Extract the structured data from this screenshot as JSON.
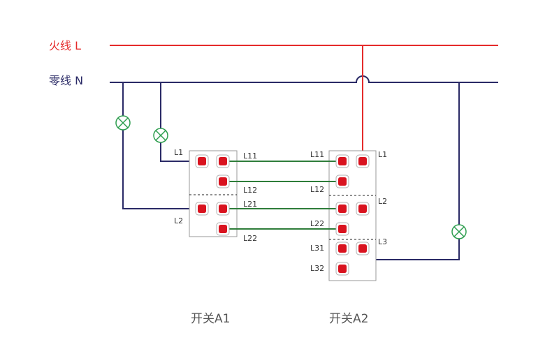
{
  "lines": {
    "live": {
      "label": "火线 L",
      "color": "#e52b2b"
    },
    "neutral": {
      "label": "零线 N",
      "color": "#2a2a66"
    }
  },
  "wire_color_green": "#2e7d3a",
  "lamp_color": "#2e9e4f",
  "terminal_color": "#d9131f",
  "switch_a1": {
    "caption": "开关A1",
    "labels": {
      "l1": "L1",
      "l2": "L2",
      "l11": "L11",
      "l12": "L12",
      "l21": "L21",
      "l22": "L22"
    }
  },
  "switch_a2": {
    "caption": "开关A2",
    "labels": {
      "l11": "L11",
      "l12": "L12",
      "l22": "L22",
      "l31": "L31",
      "l32": "L32",
      "r_l1": "L1",
      "r_l2": "L2",
      "r_l3": "L3"
    }
  }
}
